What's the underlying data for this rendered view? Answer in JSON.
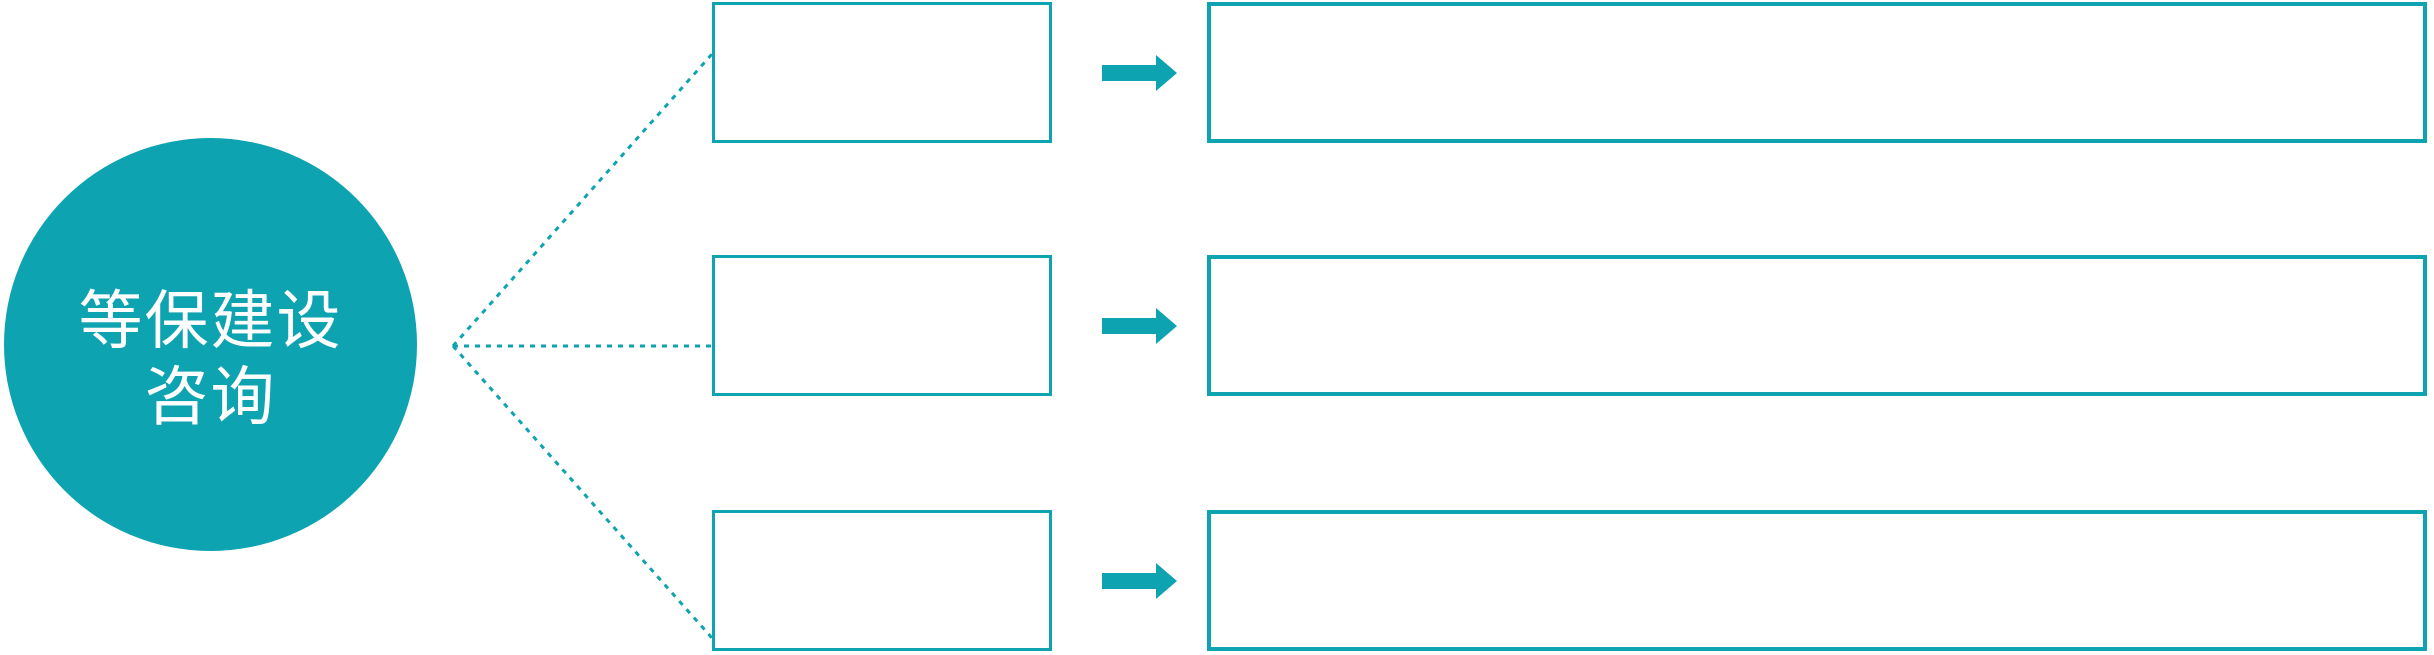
{
  "theme": {
    "accent": "#0da3b1",
    "background": "#ffffff",
    "text_on_accent": "#ffffff"
  },
  "diagram": {
    "root": {
      "label_line1": "等保建设",
      "label_line2": "咨询"
    },
    "connector_style": "dotted-teal-lines-fanning-from-circle",
    "icons": {
      "arrow-right-icon": "solid right-pointing block arrow (teal)"
    },
    "rows": [
      {
        "branch_label": "",
        "detail_label": ""
      },
      {
        "branch_label": "",
        "detail_label": ""
      },
      {
        "branch_label": "",
        "detail_label": ""
      }
    ]
  }
}
